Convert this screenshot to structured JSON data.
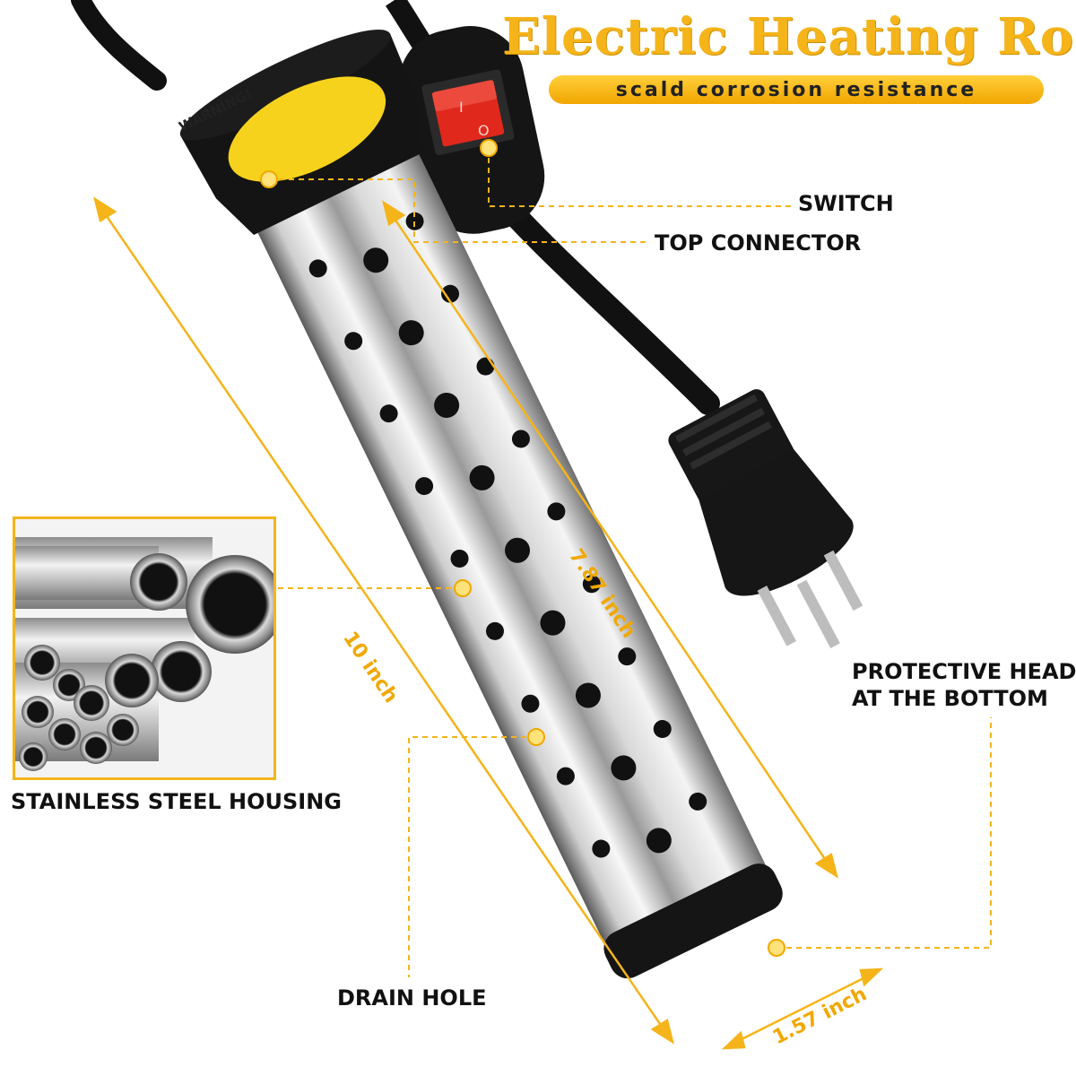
{
  "header": {
    "title": "Electric Heating Rod",
    "subtitle": "scald corrosion resistance"
  },
  "warning_sticker": {
    "text": "WARNING!"
  },
  "switch": {
    "on_symbol": "I",
    "off_symbol": "O"
  },
  "callouts": {
    "switch": "SWITCH",
    "top_connector": "TOP CONNECTOR",
    "protective_head_line1": "PROTECTIVE HEAD",
    "protective_head_line2": "AT THE BOTTOM",
    "housing": "STAINLESS STEEL HOUSING",
    "drain_hole": "DRAIN HOLE"
  },
  "dimensions": {
    "body_length": "7.87 inch",
    "total_length": "10 inch",
    "diameter": "1.57 inch"
  },
  "colors": {
    "accent": "#f4b41a",
    "plastic": "#111111",
    "switch_red": "#e0281c",
    "steel_light": "#f2f2f2",
    "steel_dark": "#6a6a6a"
  }
}
